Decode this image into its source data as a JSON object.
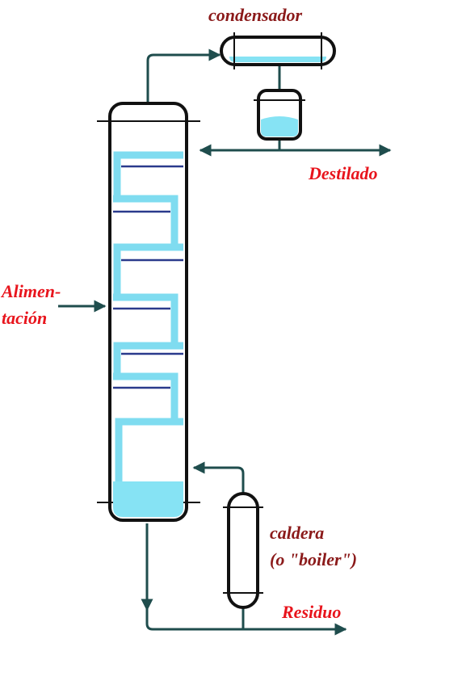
{
  "labels": {
    "condenser": "condensador",
    "distillate": "Destilado",
    "feed_line1": "Alimen-",
    "feed_line2": "tación",
    "boiler_line1": "caldera",
    "boiler_line2": "(o \"boiler\")",
    "residue": "Residuo"
  },
  "colors": {
    "label_dark": "#8b1a1a",
    "label_red": "#e8141c",
    "liquid": "#86e3f4",
    "pipe": "#1f4d4d"
  }
}
